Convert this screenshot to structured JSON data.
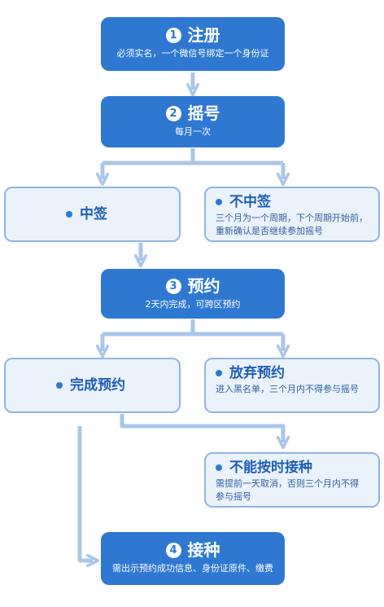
{
  "colors": {
    "primary": "#2e78d2",
    "light_fill": "#eaf2fc",
    "connector": "#a9c6ea"
  },
  "steps": [
    {
      "num": "1",
      "title": "注册",
      "desc": "必须实名，一个微信号绑定一个身份证"
    },
    {
      "num": "2",
      "title": "摇号",
      "desc": "每月一次"
    },
    {
      "num": "3",
      "title": "预约",
      "desc": "2天内完成，可跨区预约"
    },
    {
      "num": "4",
      "title": "接种",
      "desc": "需出示预约成功信息、身份证原件、缴费"
    }
  ],
  "outcomes": {
    "win": {
      "title": "中签"
    },
    "lose": {
      "title": "不中签",
      "desc": "三个月为一个周期，下个周期开始前，重新确认是否继续参加摇号"
    },
    "booked": {
      "title": "完成预约"
    },
    "give_up": {
      "title": "放弃预约",
      "desc": "进入黑名单，三个月内不得参与摇号"
    },
    "miss": {
      "title": "不能按时接种",
      "desc": "需提前一天取消，否则三个月内不得参与摇号"
    }
  }
}
